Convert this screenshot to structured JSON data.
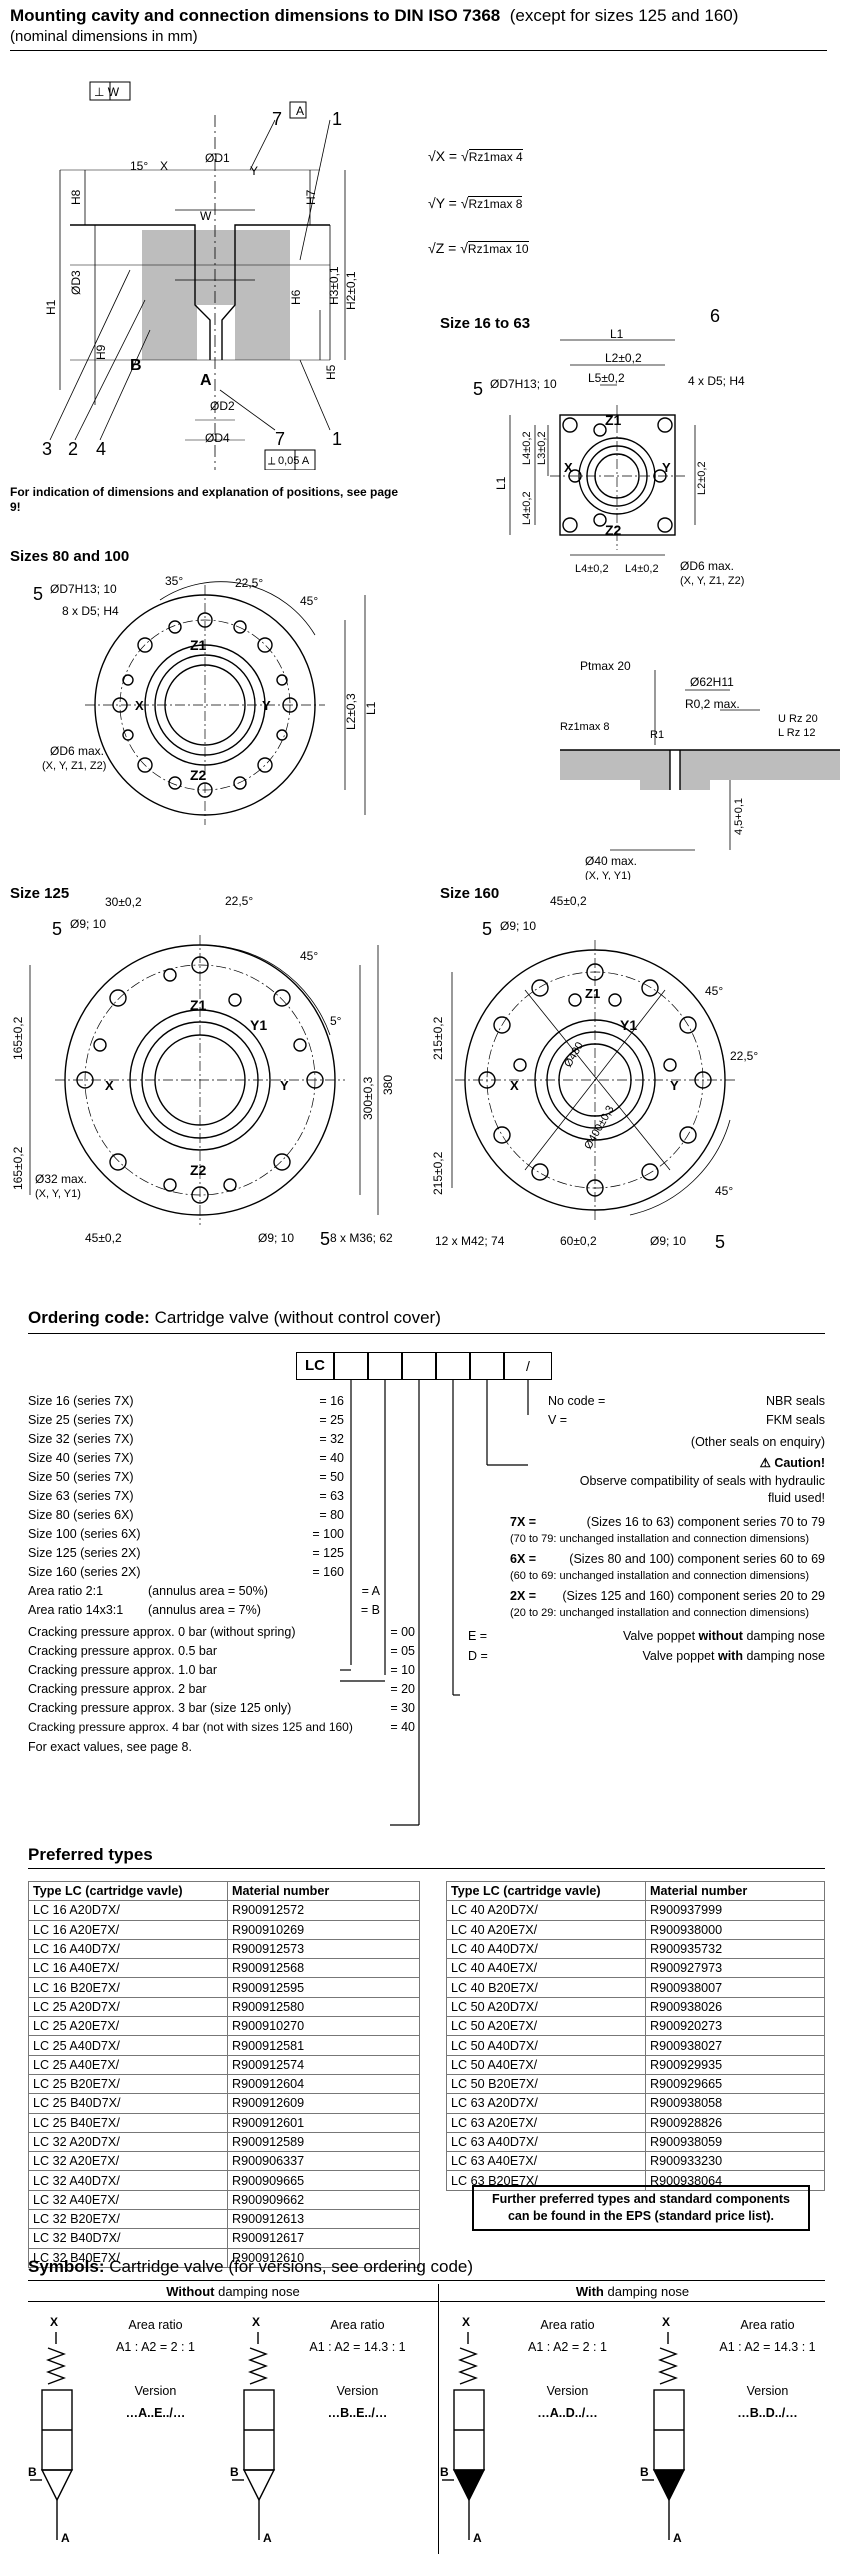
{
  "header": {
    "title_bold": "Mounting cavity and connection dimensions to DIN ISO 7368",
    "title_normal": "(except for sizes 125 and 160)",
    "subtitle": "(nominal dimensions in mm)"
  },
  "cavity": {
    "note": "For indication of dimensions and explanation of positions, see page 9!",
    "roughness": [
      "Rz1max 4",
      "Rz1max 8",
      "Rz1max 10"
    ],
    "roughness_symbols": [
      "X",
      "Y",
      "Z"
    ],
    "labels": {
      "tw": "⊥ W",
      "a": "A",
      "b": "B",
      "x": "X",
      "y": "Y",
      "w": "W",
      "d1": "ØD1",
      "h7": "H7",
      "d3": "ØD3",
      "d2": "ØD2",
      "d4": "ØD4",
      "h8": "H8",
      "h9": "H9",
      "h1": "H1",
      "h6": "H6",
      "h3": "H3±0,1",
      "h2": "H2±0,1",
      "h5": "H5",
      "ang15": "15°",
      "tol": "0,05 A",
      "n3": "3",
      "n2": "2",
      "n4": "4",
      "n7": "7",
      "n1": "1"
    }
  },
  "size16": {
    "title": "Size 16 to 63",
    "labels": {
      "l1": "L1",
      "l2": "L2±0,2",
      "l5": "L5±0,2",
      "holes": "4 x D5; H4",
      "d7": "ØD7H13; 10",
      "l4": "L4±0,2",
      "l3": "L3±0,2",
      "d6": "ØD6 max.",
      "d6b": "(X, Y, Z1, Z2)",
      "z1": "Z1",
      "z2": "Z2",
      "x": "X",
      "y": "Y",
      "n5": "5",
      "n6": "6"
    }
  },
  "size80": {
    "title": "Sizes 80 and 100",
    "labels": {
      "d7": "ØD7H13; 10",
      "holes": "8 x D5; H4",
      "a35": "35°",
      "a225": "22,5°",
      "a45": "45°",
      "d6": "ØD6 max.",
      "d6b": "(X, Y, Z1, Z2)",
      "l2": "L2±0,3",
      "l1": "L1",
      "z1": "Z1",
      "z2": "Z2",
      "x": "X",
      "y": "Y",
      "n5": "5"
    }
  },
  "detail": {
    "labels": {
      "pt": "Ptmax 20",
      "d62": "Ø62H11",
      "r02": "R0,2 max.",
      "urz": "U Rz  20",
      "lrz": "L Rz  12",
      "rz8": "Rz1max 8",
      "r1": "R1",
      "d40": "Ø40 max.",
      "d40b": "(X, Y, Y1)",
      "h45": "4,5+0,1"
    }
  },
  "size125": {
    "title": "Size 125",
    "labels": {
      "d9": "Ø9; 10",
      "d30": "30±0,2",
      "a225": "22,5°",
      "a45": "45°",
      "a5": "5°",
      "h165a": "165±0,2",
      "h165b": "165±0,2",
      "l300": "300±0,3",
      "l380": "380",
      "d32": "Ø32 max.",
      "d32b": "(X, Y, Y1)",
      "d45": "45±0,2",
      "d9b": "Ø9; 10",
      "m36": "8 x M36; 62",
      "z1": "Z1",
      "z2": "Z2",
      "y1": "Y1",
      "x": "X",
      "y": "Y",
      "n5": "5"
    }
  },
  "size160": {
    "title": "Size 160",
    "labels": {
      "d45": "45±0,2",
      "d9": "Ø9; 10",
      "a45": "45°",
      "a225": "22,5°",
      "h215a": "215±0,2",
      "h215b": "215±0,2",
      "d480": "Ø480",
      "d400": "Ø400±0,3",
      "m42": "12 x M42; 74",
      "d60": "60±0,2",
      "d9b": "Ø9; 10",
      "a45b": "45°",
      "y1": "Y1",
      "x": "X",
      "y": "Y",
      "z1": "Z1",
      "n5": "5"
    }
  },
  "ordering": {
    "title_bold": "Ordering code:",
    "title_normal": "Cartridge valve (without control cover)",
    "code_prefix": "LC",
    "sizes": [
      {
        "label": "Size 16 (series 7X)",
        "code": "= 16"
      },
      {
        "label": "Size 25 (series 7X)",
        "code": "= 25"
      },
      {
        "label": "Size 32 (series 7X)",
        "code": "= 32"
      },
      {
        "label": "Size 40 (series 7X)",
        "code": "= 40"
      },
      {
        "label": "Size 50 (series 7X)",
        "code": "= 50"
      },
      {
        "label": "Size 63 (series 7X)",
        "code": "= 63"
      },
      {
        "label": "Size 80 (series 6X)",
        "code": "= 80"
      },
      {
        "label": "Size 100 (series 6X)",
        "code": "= 100"
      },
      {
        "label": "Size 125 (series 2X)",
        "code": "= 125"
      },
      {
        "label": "Size 160 (series 2X)",
        "code": "= 160"
      }
    ],
    "ratios": [
      {
        "label": "Area ratio 2:1",
        "detail": "(annulus area = 50%)",
        "code": "= A"
      },
      {
        "label": "Area ratio 14x3:1",
        "detail": "(annulus area = 7%)",
        "code": "= B"
      }
    ],
    "pressures": [
      {
        "label": "Cracking pressure approx. 0 bar (without spring)",
        "code": "= 00"
      },
      {
        "label": "Cracking pressure approx. 0.5 bar",
        "code": "= 05"
      },
      {
        "label": "Cracking pressure approx. 1.0 bar",
        "code": "= 10"
      },
      {
        "label": "Cracking pressure approx. 2 bar",
        "code": "= 20"
      },
      {
        "label": "Cracking pressure approx. 3 bar (size 125 only)",
        "code": "= 30"
      },
      {
        "label": "Cracking pressure approx. 4 bar (not with sizes 125 and 160)",
        "code": "= 40"
      }
    ],
    "exact_values": "For exact values, see page 8.",
    "seals": [
      {
        "code": "No code =",
        "text": "NBR seals"
      },
      {
        "code": "V =",
        "text": "FKM seals"
      }
    ],
    "other_seals": "(Other seals on enquiry)",
    "caution": "Caution!",
    "caution_text1": "Observe compatibility of seals with hydraulic",
    "caution_text2": "fluid used!",
    "series": [
      {
        "code": "7X =",
        "text": "(Sizes 16 to 63) component series 70 to 79",
        "sub": "(70 to 79: unchanged installation and connection dimensions)"
      },
      {
        "code": "6X =",
        "text": "(Sizes 80 and 100) component series 60 to 69",
        "sub": "(60 to 69: unchanged installation and connection dimensions)"
      },
      {
        "code": "2X =",
        "text": "(Sizes 125 and 160) component series 20 to 29",
        "sub": "(20 to 29: unchanged installation and connection dimensions)"
      }
    ],
    "poppet": [
      {
        "code": "E =",
        "pre": "Valve poppet ",
        "bold": "without",
        "post": " damping nose"
      },
      {
        "code": "D =",
        "pre": "Valve poppet ",
        "bold": "with",
        "post": " damping nose"
      }
    ]
  },
  "preferred": {
    "title": "Preferred types",
    "headers": [
      "Type LC (cartridge vavle)",
      "Material number"
    ],
    "left": [
      [
        "LC 16 A20D7X/",
        "R900912572"
      ],
      [
        "LC 16 A20E7X/",
        "R900910269"
      ],
      [
        "LC 16 A40D7X/",
        "R900912573"
      ],
      [
        "LC 16 A40E7X/",
        "R900912568"
      ],
      [
        "LC 16 B20E7X/",
        "R900912595"
      ],
      [
        "LC 25 A20D7X/",
        "R900912580"
      ],
      [
        "LC 25 A20E7X/",
        "R900910270"
      ],
      [
        "LC 25 A40D7X/",
        "R900912581"
      ],
      [
        "LC 25 A40E7X/",
        "R900912574"
      ],
      [
        "LC 25 B20E7X/",
        "R900912604"
      ],
      [
        "LC 25 B40D7X/",
        "R900912609"
      ],
      [
        "LC 25 B40E7X/",
        "R900912601"
      ],
      [
        "LC 32 A20D7X/",
        "R900912589"
      ],
      [
        "LC 32 A20E7X/",
        "R900906337"
      ],
      [
        "LC 32 A40D7X/",
        "R900909665"
      ],
      [
        "LC 32 A40E7X/",
        "R900909662"
      ],
      [
        "LC 32 B20E7X/",
        "R900912613"
      ],
      [
        "LC 32 B40D7X/",
        "R900912617"
      ],
      [
        "LC 32 B40E7X/",
        "R900912610"
      ]
    ],
    "right": [
      [
        "LC 40 A20D7X/",
        "R900937999"
      ],
      [
        "LC 40 A20E7X/",
        "R900938000"
      ],
      [
        "LC 40 A40D7X/",
        "R900935732"
      ],
      [
        "LC 40 A40E7X/",
        "R900927973"
      ],
      [
        "LC 40 B20E7X/",
        "R900938007"
      ],
      [
        "LC 50 A20D7X/",
        "R900938026"
      ],
      [
        "LC 50 A20E7X/",
        "R900920273"
      ],
      [
        "LC 50 A40D7X/",
        "R900938027"
      ],
      [
        "LC 50 A40E7X/",
        "R900929935"
      ],
      [
        "LC 50 B20E7X/",
        "R900929665"
      ],
      [
        "LC 63 A20D7X/",
        "R900938058"
      ],
      [
        "LC 63 A20E7X/",
        "R900928826"
      ],
      [
        "LC 63 A40D7X/",
        "R900938059"
      ],
      [
        "LC 63 A40E7X/",
        "R900933230"
      ],
      [
        "LC 63 B20E7X/",
        "R900938064"
      ]
    ],
    "note": "Further preferred types and standard components can be found in the EPS (standard price list)."
  },
  "symbols": {
    "title_bold": "Symbols:",
    "title_normal": "Cartridge valve (for versions, see ordering code)",
    "without_bold": "Without",
    "without_rest": " damping nose",
    "with_bold": "With",
    "with_rest": " damping nose",
    "items": [
      {
        "ratio_title": "Area ratio",
        "ratio": "A1 : A2 = 2 : 1",
        "ver_title": "Version",
        "ver": "…A..E../…"
      },
      {
        "ratio_title": "Area ratio",
        "ratio": "A1 : A2 = 14.3 : 1",
        "ver_title": "Version",
        "ver": "…B..E../…"
      },
      {
        "ratio_title": "Area ratio",
        "ratio": "A1 : A2 = 2 : 1",
        "ver_title": "Version",
        "ver": "…A..D../…"
      },
      {
        "ratio_title": "Area ratio",
        "ratio": "A1 : A2 = 14.3 : 1",
        "ver_title": "Version",
        "ver": "…B..D../…"
      }
    ],
    "port_x": "X",
    "port_a": "A",
    "port_b": "B"
  }
}
